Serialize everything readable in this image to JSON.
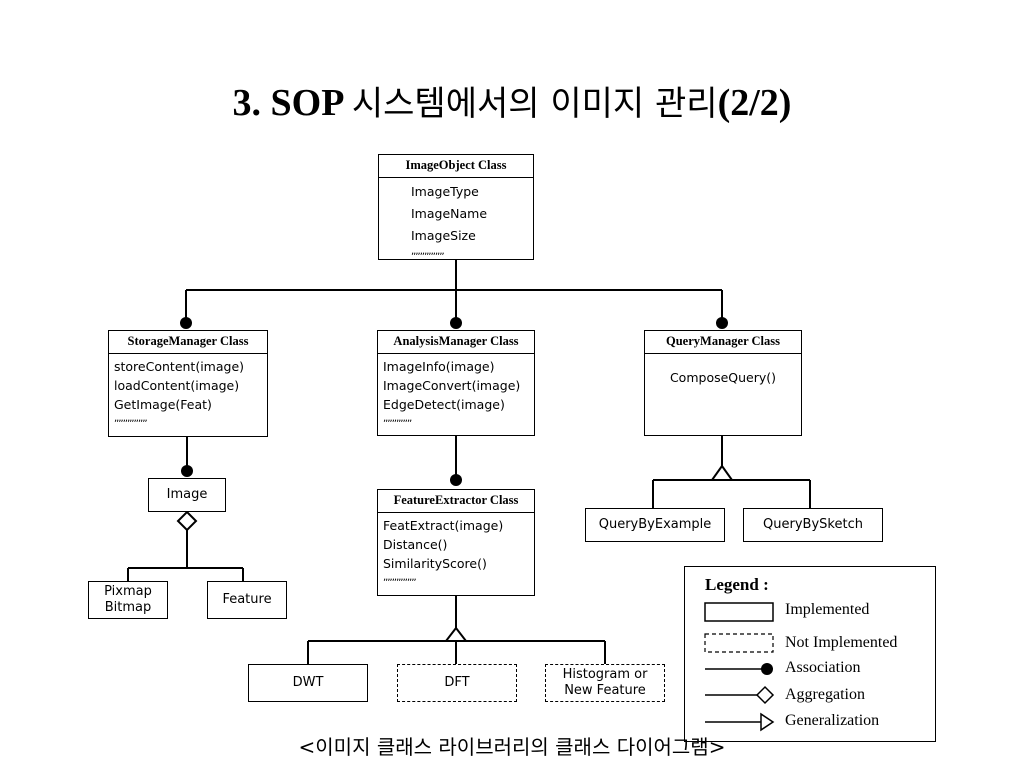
{
  "title": {
    "prefix": "3. SOP ",
    "korean": "시스템에서의 이미지 관리",
    "suffix": "(2/2)"
  },
  "diagram": {
    "image_object": {
      "header": "ImageObject Class",
      "items": [
        "ImageType",
        "ImageName",
        "ImageSize"
      ],
      "more": ",,,,,,,,,,,,,,,"
    },
    "storage_manager": {
      "header": "StorageManager Class",
      "items": [
        "storeContent(image)",
        "loadContent(image)",
        "GetImage(Feat)"
      ],
      "more": ",,,,,,,,,,,,,,,"
    },
    "analysis_manager": {
      "header": "AnalysisManager Class",
      "items": [
        "ImageInfo(image)",
        "ImageConvert(image)",
        "EdgeDetect(image)"
      ],
      "more": ",,,,,,,,,,,,,"
    },
    "query_manager": {
      "header": "QueryManager Class",
      "items": [
        "ComposeQuery()"
      ]
    },
    "image": {
      "label": "Image"
    },
    "pixmap": {
      "line1": "Pixmap",
      "line2": "Bitmap"
    },
    "feature": {
      "label": "Feature"
    },
    "feature_extractor": {
      "header": "FeatureExtractor Class",
      "items": [
        "FeatExtract(image)",
        "Distance()",
        "SimilarityScore()"
      ],
      "more": ",,,,,,,,,,,,,,,"
    },
    "dwt": {
      "label": "DWT"
    },
    "dft": {
      "label": "DFT"
    },
    "histogram": {
      "line1": "Histogram or",
      "line2": "New Feature"
    },
    "query_by_example": {
      "label": "QueryByExample"
    },
    "query_by_sketch": {
      "label": "QueryBySketch"
    }
  },
  "legend": {
    "title": "Legend :",
    "implemented": "Implemented",
    "not_implemented": "Not Implemented",
    "association": "Association",
    "aggregation": "Aggregation",
    "generalization": "Generalization"
  },
  "caption": "<이미지 클래스 라이브러리의 클래스 다이어그램>"
}
